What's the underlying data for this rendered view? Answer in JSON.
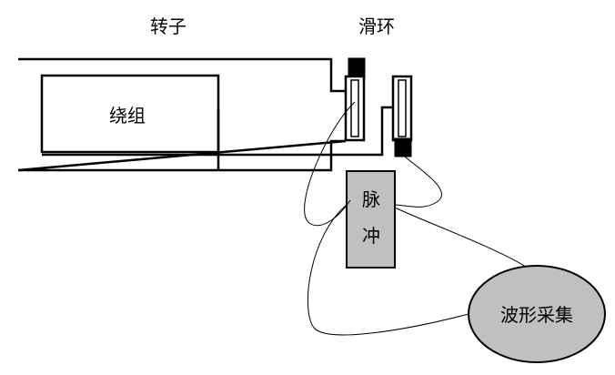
{
  "labels": {
    "rotor": "转子",
    "slip_ring": "滑环",
    "winding": "绕组",
    "pulse_char1": "脉",
    "pulse_char2": "冲",
    "waveform": "波形采集"
  },
  "colors": {
    "line": "#000000",
    "pulse_fill": "#c0c0c0",
    "waveform_fill": "#c0c0c0",
    "background": "#ffffff"
  }
}
